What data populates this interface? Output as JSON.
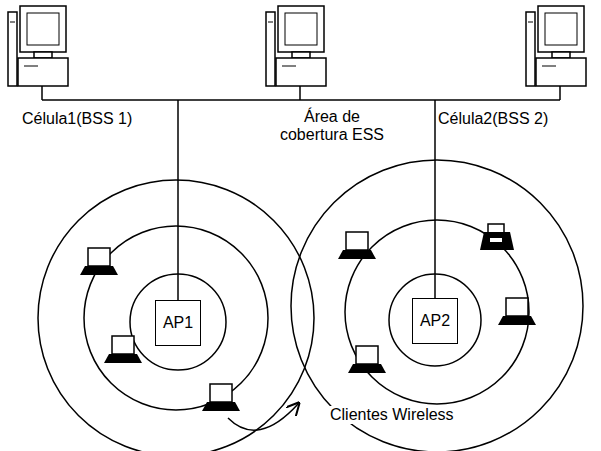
{
  "diagram": {
    "nodes": [
      {
        "text": [
          "AP1"
        ]
      },
      {
        "text": [
          "AP2"
        ]
      }
    ],
    "labels": [
      "Célula1(BSS 1)",
      "Área de cobertura ESS",
      "Célula2(BSS 2)",
      "Clientes Wireless"
    ]
  }
}
